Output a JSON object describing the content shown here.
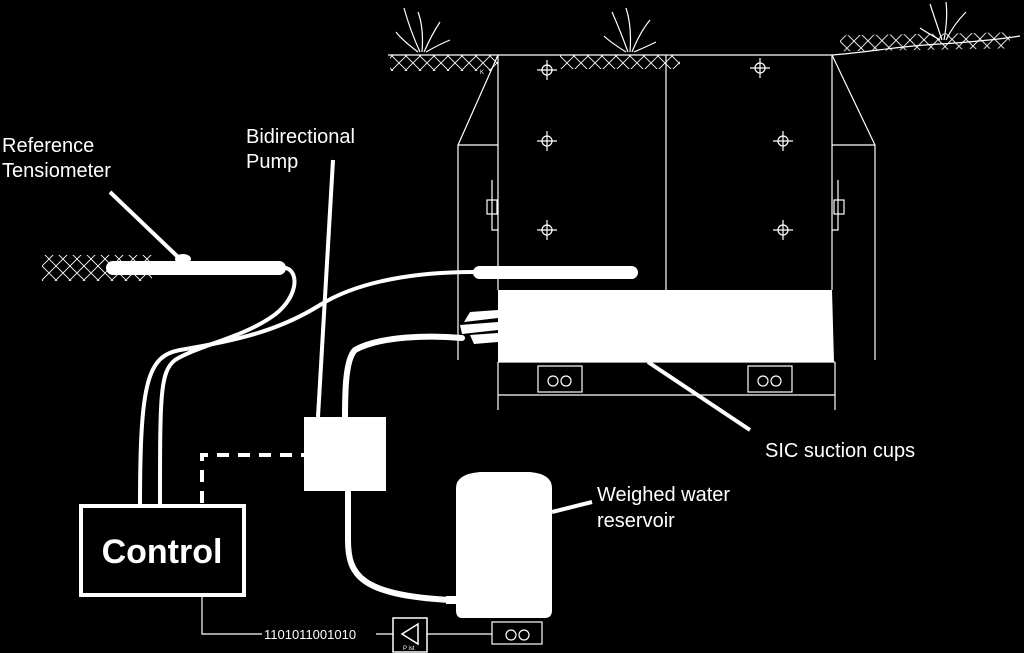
{
  "labels": {
    "reference_tensiometer": [
      "Reference",
      "Tensiometer"
    ],
    "bidirectional_pump": [
      "Bidirectional",
      "Pump"
    ],
    "sic_suction_cups": "SIC suction cups",
    "weighed_water_reservoir": [
      "Weighed water",
      "reservoir"
    ],
    "control": "Control",
    "binary_signal": "1101011001010",
    "scale_symbol_label": "P ist",
    "side_label": "K"
  },
  "colors": {
    "background": "#000000",
    "foreground": "#ffffff"
  }
}
